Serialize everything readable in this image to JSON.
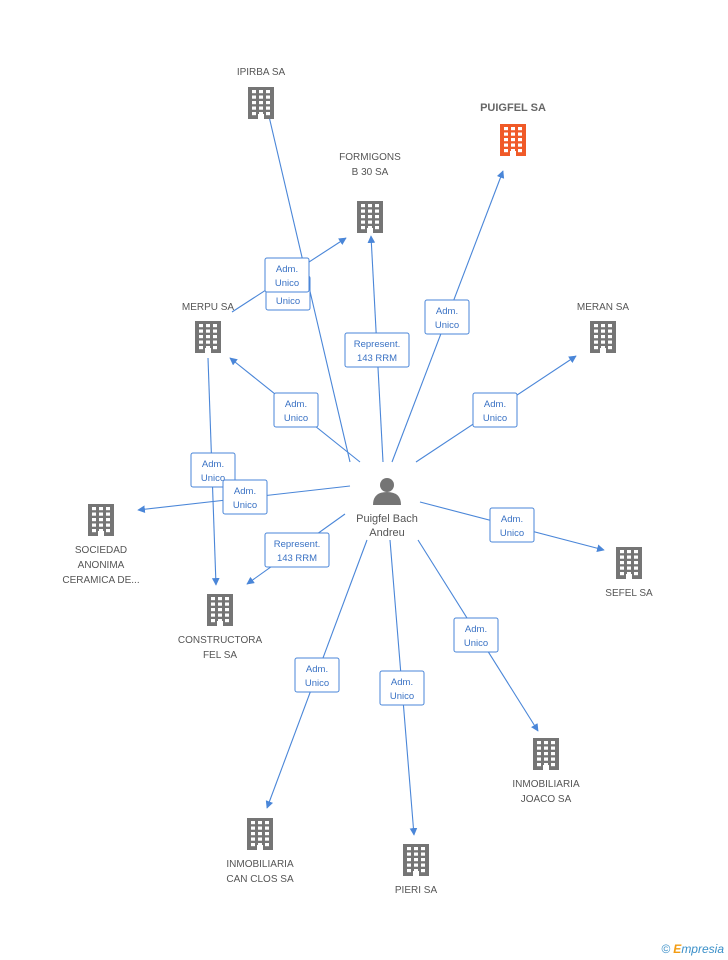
{
  "colors": {
    "edge": "#4a86d8",
    "building": "#757575",
    "highlight": "#f05a28"
  },
  "person": {
    "name_line1": "Puigfel Bach",
    "name_line2": "Andreu",
    "icon": "person-icon"
  },
  "companies": [
    {
      "id": "ipirba",
      "lines": [
        "IPIRBA SA"
      ],
      "highlight": false
    },
    {
      "id": "puigfel",
      "lines": [
        "PUIGFEL SA"
      ],
      "highlight": true
    },
    {
      "id": "formigons",
      "lines": [
        "FORMIGONS",
        "B 30 SA"
      ],
      "highlight": false
    },
    {
      "id": "merpu",
      "lines": [
        "MERPU SA"
      ],
      "highlight": false
    },
    {
      "id": "meran",
      "lines": [
        "MERAN SA"
      ],
      "highlight": false
    },
    {
      "id": "sociedad",
      "lines": [
        "SOCIEDAD",
        "ANONIMA",
        "CERAMICA DE..."
      ],
      "highlight": false
    },
    {
      "id": "sefel",
      "lines": [
        "SEFEL SA"
      ],
      "highlight": false
    },
    {
      "id": "constructora",
      "lines": [
        "CONSTRUCTORA",
        "FEL SA"
      ],
      "highlight": false
    },
    {
      "id": "joaco",
      "lines": [
        "INMOBILIARIA",
        "JOACO SA"
      ],
      "highlight": false
    },
    {
      "id": "canclos",
      "lines": [
        "INMOBILIARIA",
        "CAN CLOS SA"
      ],
      "highlight": false
    },
    {
      "id": "pieri",
      "lines": [
        "PIERI SA"
      ],
      "highlight": false
    }
  ],
  "relations": [
    {
      "id": "e-ipirba",
      "lines": [
        "Adm.",
        "Unico"
      ]
    },
    {
      "id": "e-merpu-formigons",
      "lines": [
        "Adm.",
        "Unico"
      ]
    },
    {
      "id": "e-puigfel",
      "lines": [
        "Adm.",
        "Unico"
      ]
    },
    {
      "id": "e-formigons",
      "lines": [
        "Represent.",
        "143 RRM"
      ]
    },
    {
      "id": "e-merpu",
      "lines": [
        "Adm.",
        "Unico"
      ]
    },
    {
      "id": "e-meran",
      "lines": [
        "Adm.",
        "Unico"
      ]
    },
    {
      "id": "e-merpu-constructora",
      "lines": [
        "Adm.",
        "Unico"
      ]
    },
    {
      "id": "e-sociedad",
      "lines": [
        "Adm.",
        "Unico"
      ]
    },
    {
      "id": "e-constructora",
      "lines": [
        "Represent.",
        "143 RRM"
      ]
    },
    {
      "id": "e-sefel",
      "lines": [
        "Adm.",
        "Unico"
      ]
    },
    {
      "id": "e-joaco",
      "lines": [
        "Adm.",
        "Unico"
      ]
    },
    {
      "id": "e-canclos",
      "lines": [
        "Adm.",
        "Unico"
      ]
    },
    {
      "id": "e-pieri",
      "lines": [
        "Adm.",
        "Unico"
      ]
    }
  ],
  "footer": {
    "copyright": "©",
    "brand_initial": "E",
    "brand_rest": "mpresia"
  }
}
